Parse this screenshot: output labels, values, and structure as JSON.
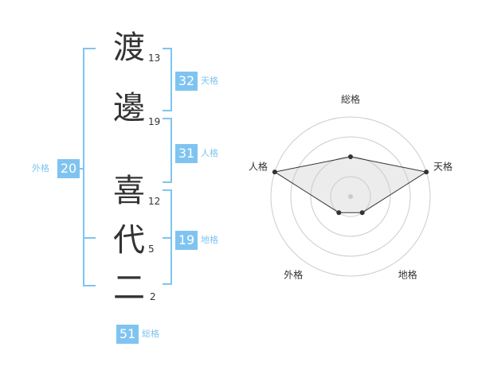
{
  "name": {
    "chars": [
      {
        "char": "渡",
        "strokes": "13"
      },
      {
        "char": "邊",
        "strokes": "19"
      },
      {
        "char": "喜",
        "strokes": "12"
      },
      {
        "char": "代",
        "strokes": "5"
      },
      {
        "char": "二",
        "strokes": "2"
      }
    ]
  },
  "fortune": {
    "tenkaku": {
      "value": "32",
      "label": "天格"
    },
    "jinkaku": {
      "value": "31",
      "label": "人格"
    },
    "chikaku": {
      "value": "19",
      "label": "地格"
    },
    "gaikaku": {
      "value": "20",
      "label": "外格"
    },
    "soukaku": {
      "value": "51",
      "label": "総格"
    }
  },
  "chart_data": {
    "type": "radar",
    "axes": [
      "総格",
      "天格",
      "地格",
      "外格",
      "人格"
    ],
    "values": [
      2,
      4,
      1,
      1,
      4
    ],
    "max": 4,
    "rings": 4
  }
}
